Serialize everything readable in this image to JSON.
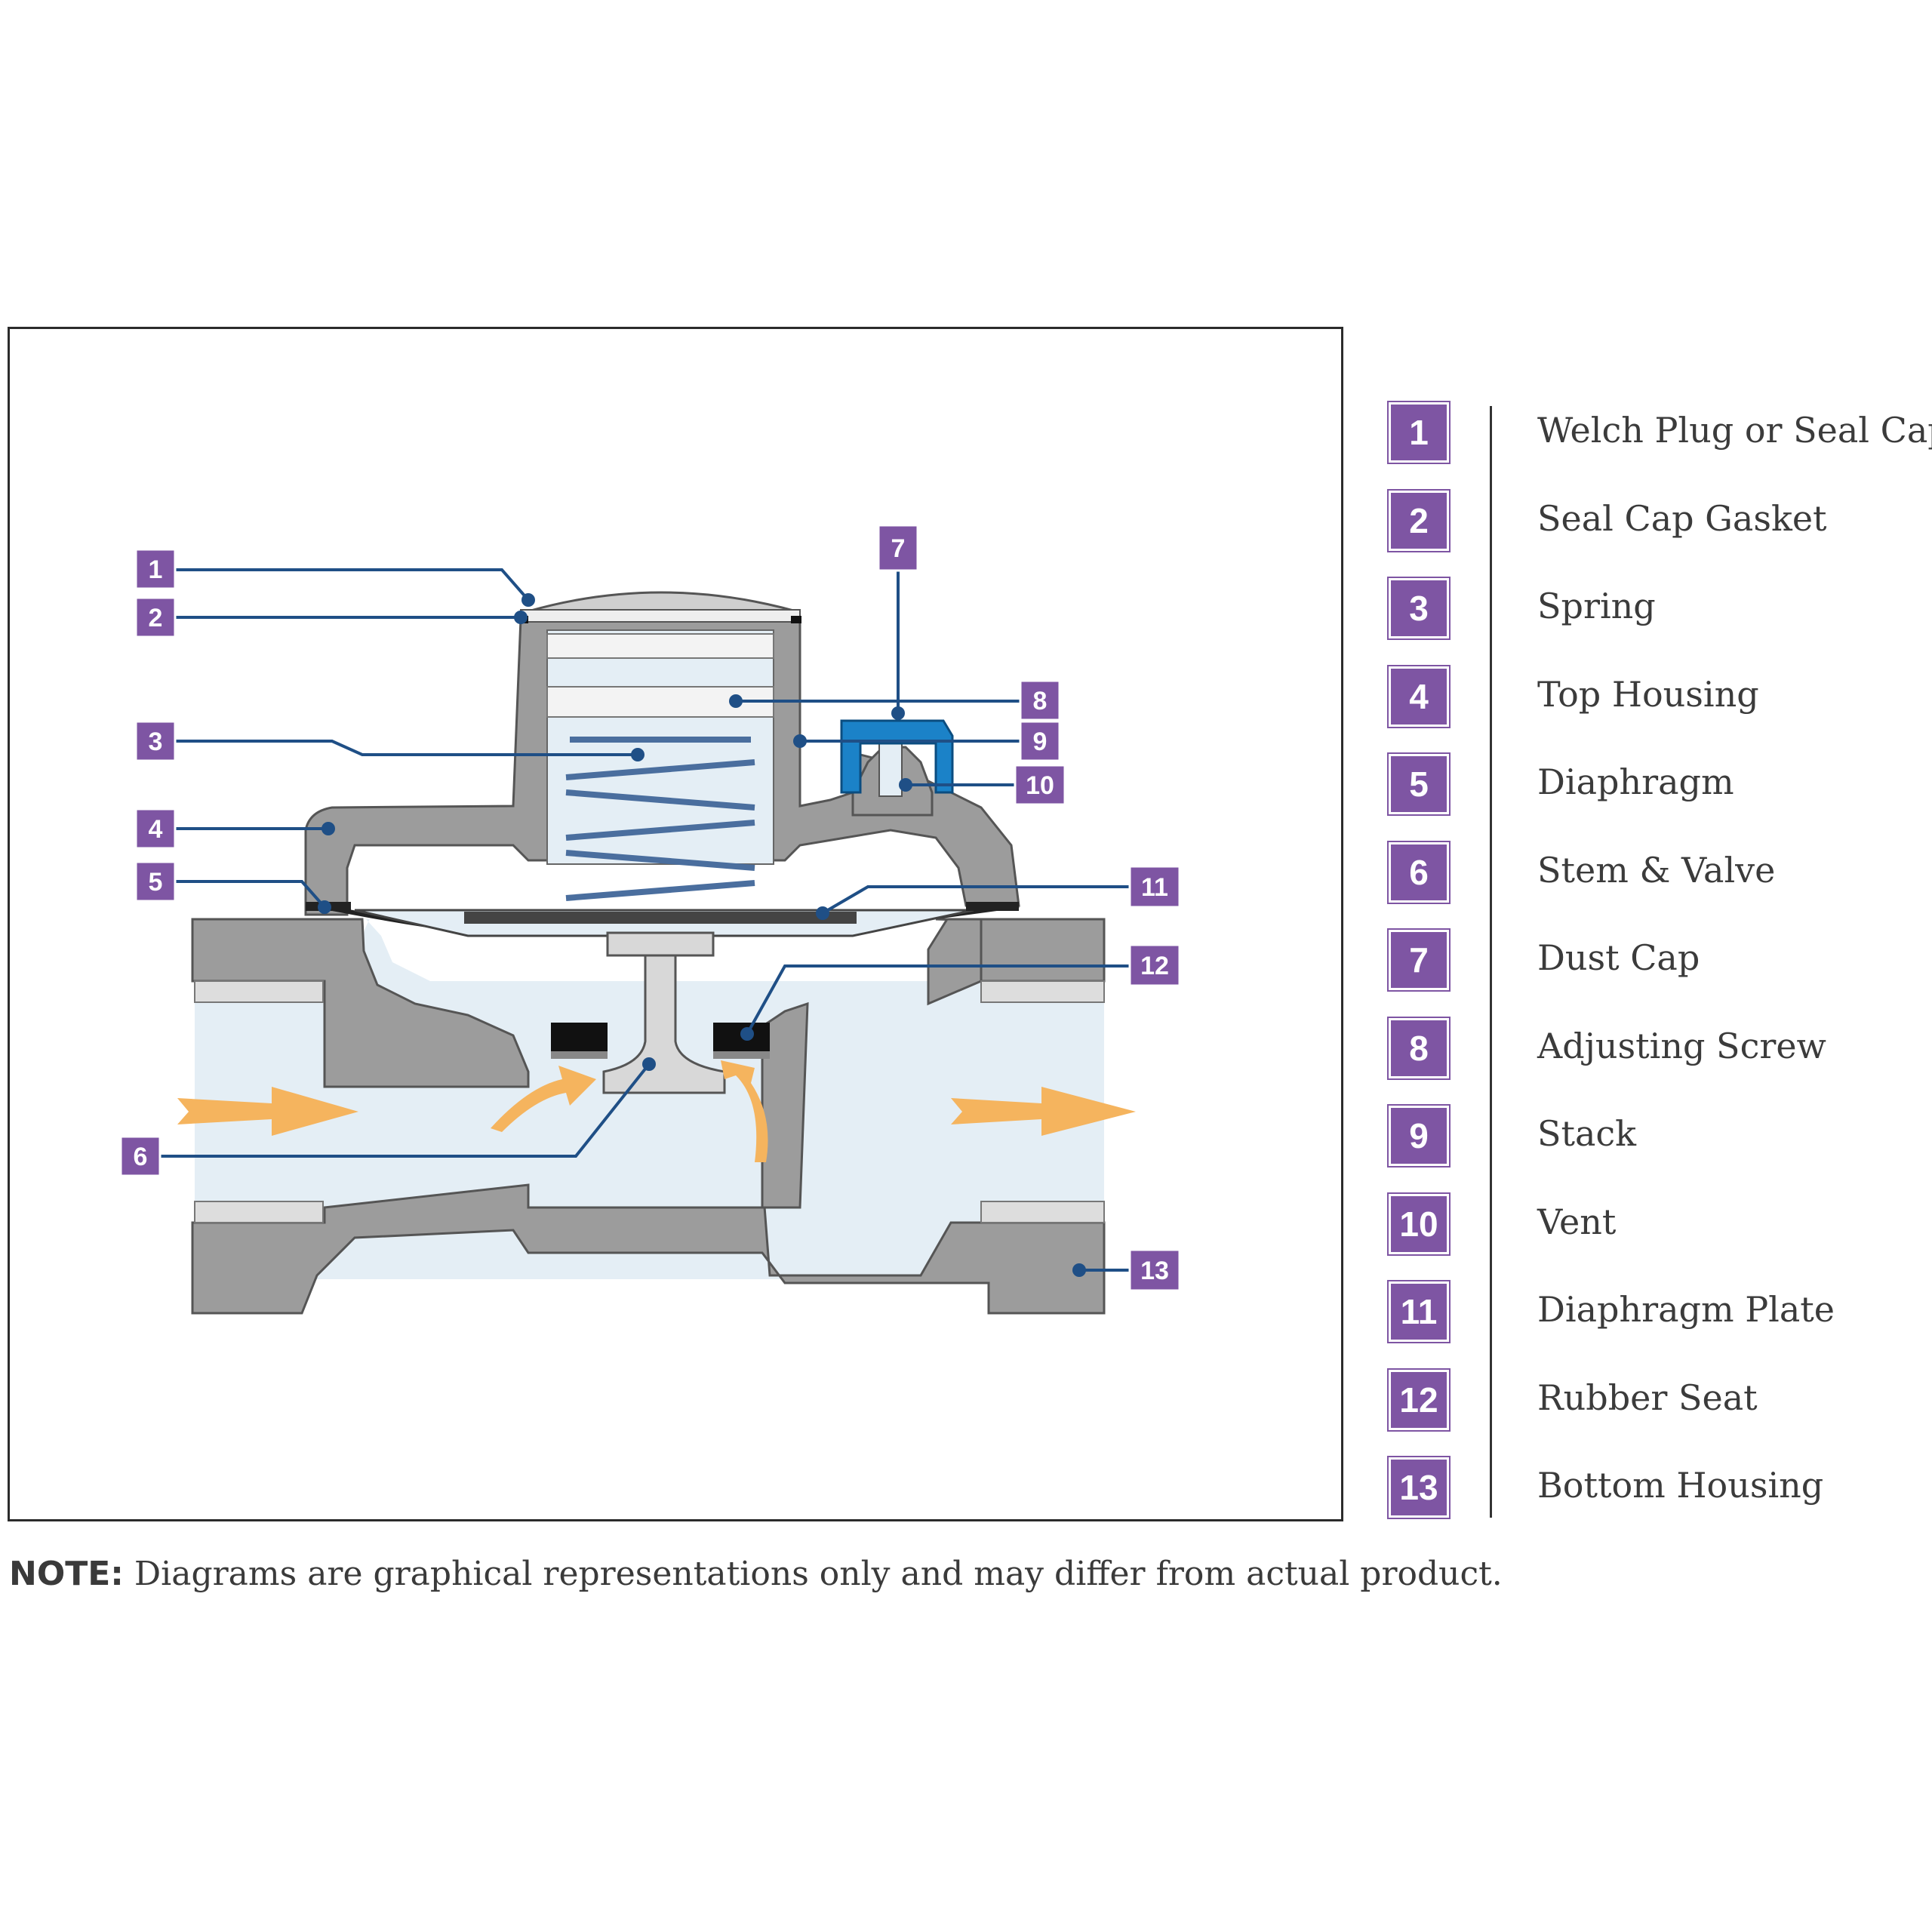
{
  "callouts": [
    "1",
    "2",
    "3",
    "4",
    "5",
    "6",
    "7",
    "8",
    "9",
    "10",
    "11",
    "12",
    "13"
  ],
  "legend": [
    {
      "num": "1",
      "label": "Welch Plug or Seal Cap"
    },
    {
      "num": "2",
      "label": "Seal Cap Gasket"
    },
    {
      "num": "3",
      "label": "Spring"
    },
    {
      "num": "4",
      "label": "Top Housing"
    },
    {
      "num": "5",
      "label": "Diaphragm"
    },
    {
      "num": "6",
      "label": "Stem & Valve"
    },
    {
      "num": "7",
      "label": "Dust Cap"
    },
    {
      "num": "8",
      "label": "Adjusting Screw"
    },
    {
      "num": "9",
      "label": "Stack"
    },
    {
      "num": "10",
      "label": "Vent"
    },
    {
      "num": "11",
      "label": "Diaphragm Plate"
    },
    {
      "num": "12",
      "label": "Rubber Seat"
    },
    {
      "num": "13",
      "label": "Bottom Housing"
    }
  ],
  "note": {
    "prefix": "NOTE:",
    "text": " Diagrams are graphical representations only and may differ from actual product."
  },
  "colors": {
    "callout": "#7e55a3",
    "leader": "#1f4f86",
    "housing": "#9c9c9c",
    "flow_arrow": "#f5b45e",
    "dust_cap": "#1b82c8",
    "interior": "#e4eef5"
  }
}
